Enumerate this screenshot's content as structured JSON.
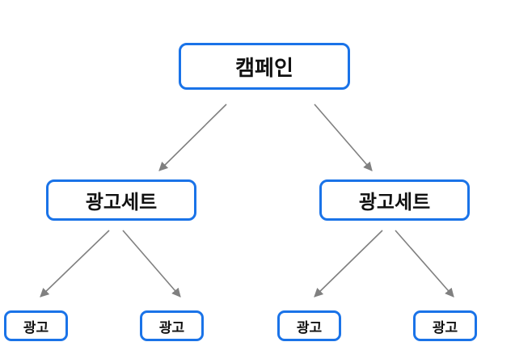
{
  "colors": {
    "node_border": "#1a73e8",
    "node_fill": "#ffffff",
    "text": "#111111",
    "connector": "#808080"
  },
  "diagram": {
    "root": {
      "label": "캠페인"
    },
    "ad_sets": [
      {
        "label": "광고세트",
        "ads": [
          {
            "label": "광고"
          },
          {
            "label": "광고"
          }
        ]
      },
      {
        "label": "광고세트",
        "ads": [
          {
            "label": "광고"
          },
          {
            "label": "광고"
          }
        ]
      }
    ]
  }
}
